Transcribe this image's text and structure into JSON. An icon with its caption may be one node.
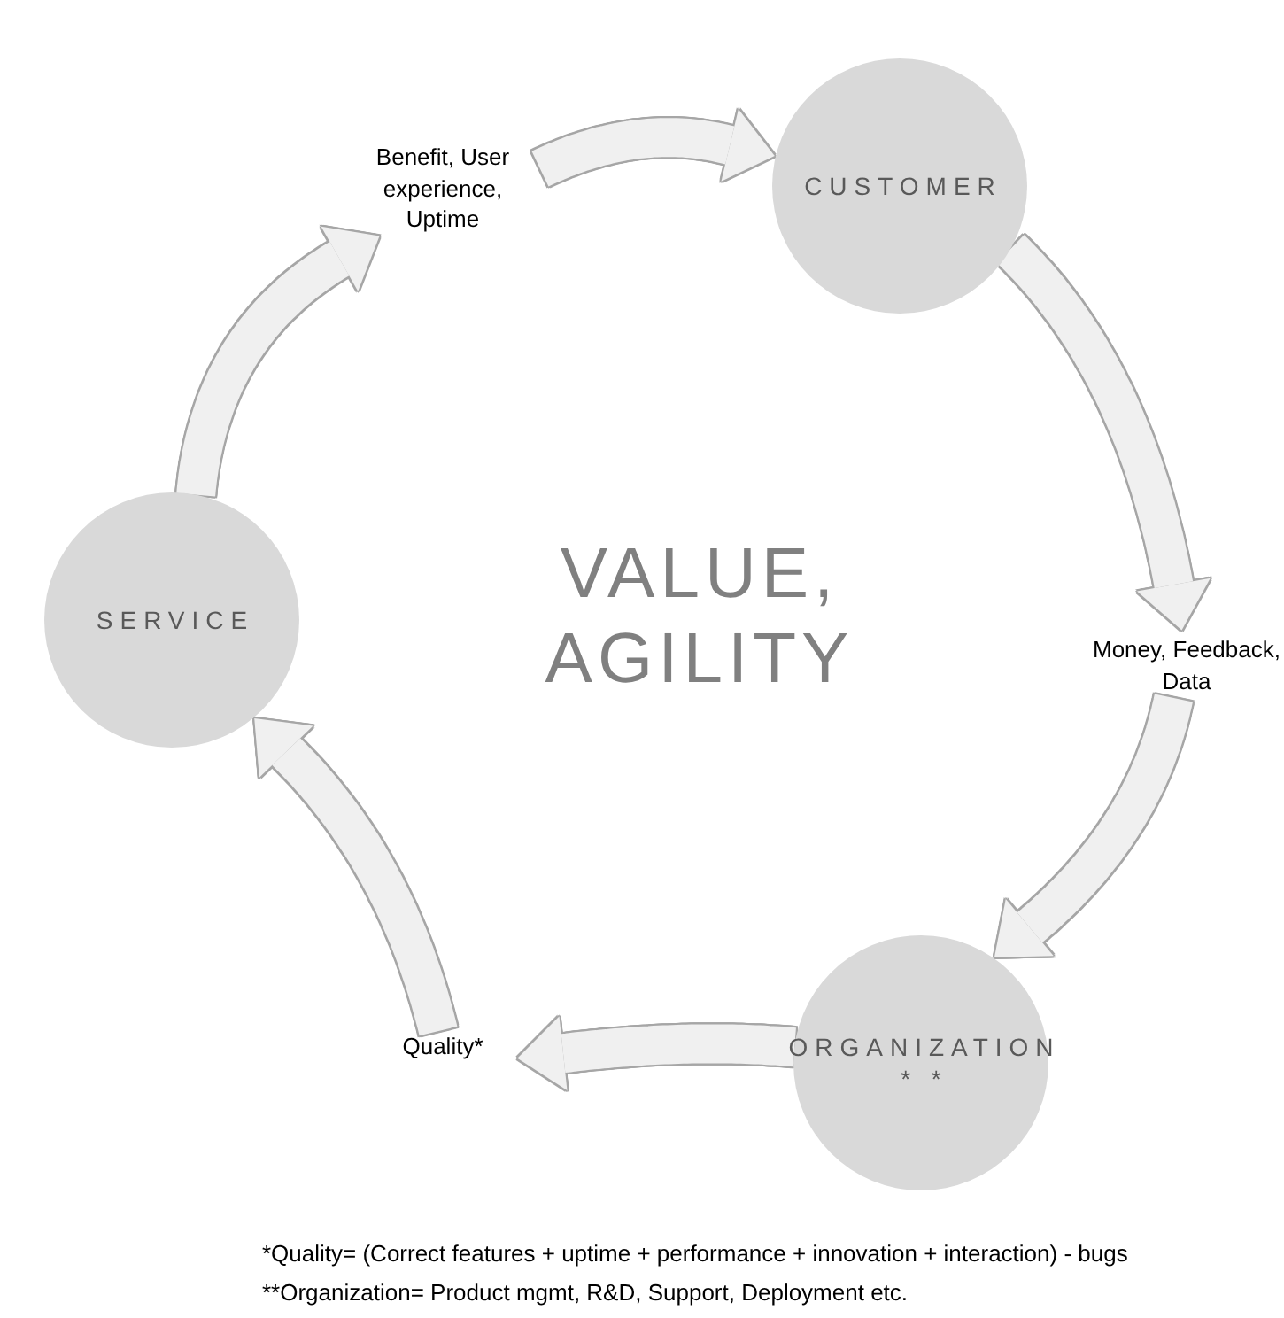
{
  "diagram": {
    "nodes": [
      {
        "text": [
          "Benefit, User experience, Uptime"
        ]
      },
      {
        "text": [
          "CUSTOMER"
        ]
      },
      {
        "text": [
          "SERVICE"
        ]
      },
      {
        "text": [
          "Money, Feedback, Data"
        ]
      },
      {
        "text": [
          "ORGANIZATION",
          "* *"
        ]
      },
      {
        "text": [
          "Quality*"
        ]
      }
    ],
    "edges": [
      {
        "from": 0,
        "to": 1,
        "arrow": "to"
      },
      {
        "from": 1,
        "to": 3,
        "arrow": "to"
      },
      {
        "from": 3,
        "to": 4,
        "arrow": "to"
      },
      {
        "from": 4,
        "to": 5,
        "arrow": "to"
      },
      {
        "from": 5,
        "to": 2,
        "arrow": "to"
      },
      {
        "from": 2,
        "to": 0,
        "arrow": "to"
      }
    ],
    "labels": [
      "VALUE, AGILITY",
      "*Quality= (Correct features + uptime + performance + innovation + interaction) - bugs",
      "**Organization= Product mgmt, R&D, Support, Deployment etc."
    ]
  }
}
